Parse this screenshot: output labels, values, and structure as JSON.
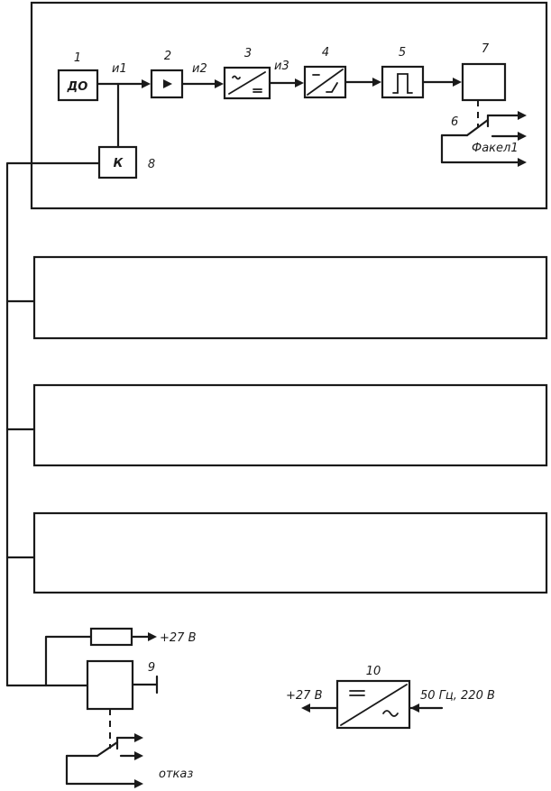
{
  "blocks": {
    "b1": {
      "number": "1",
      "text": "ДО"
    },
    "b2": {
      "number": "2"
    },
    "b3": {
      "number": "3"
    },
    "b4": {
      "number": "4"
    },
    "b5": {
      "number": "5"
    },
    "b7": {
      "number": "7"
    },
    "b8": {
      "number": "8",
      "text": "К"
    },
    "b9": {
      "number": "9"
    },
    "b10": {
      "number": "10"
    }
  },
  "signals": {
    "u1": "и1",
    "u2": "и2",
    "u3": "и3"
  },
  "relay6": {
    "number": "6",
    "label": "Факел1"
  },
  "power": {
    "plus27": "+27 В",
    "out27": "+27 В",
    "mains": "50 Гц, 220 В"
  },
  "fault": {
    "label": "отказ"
  }
}
